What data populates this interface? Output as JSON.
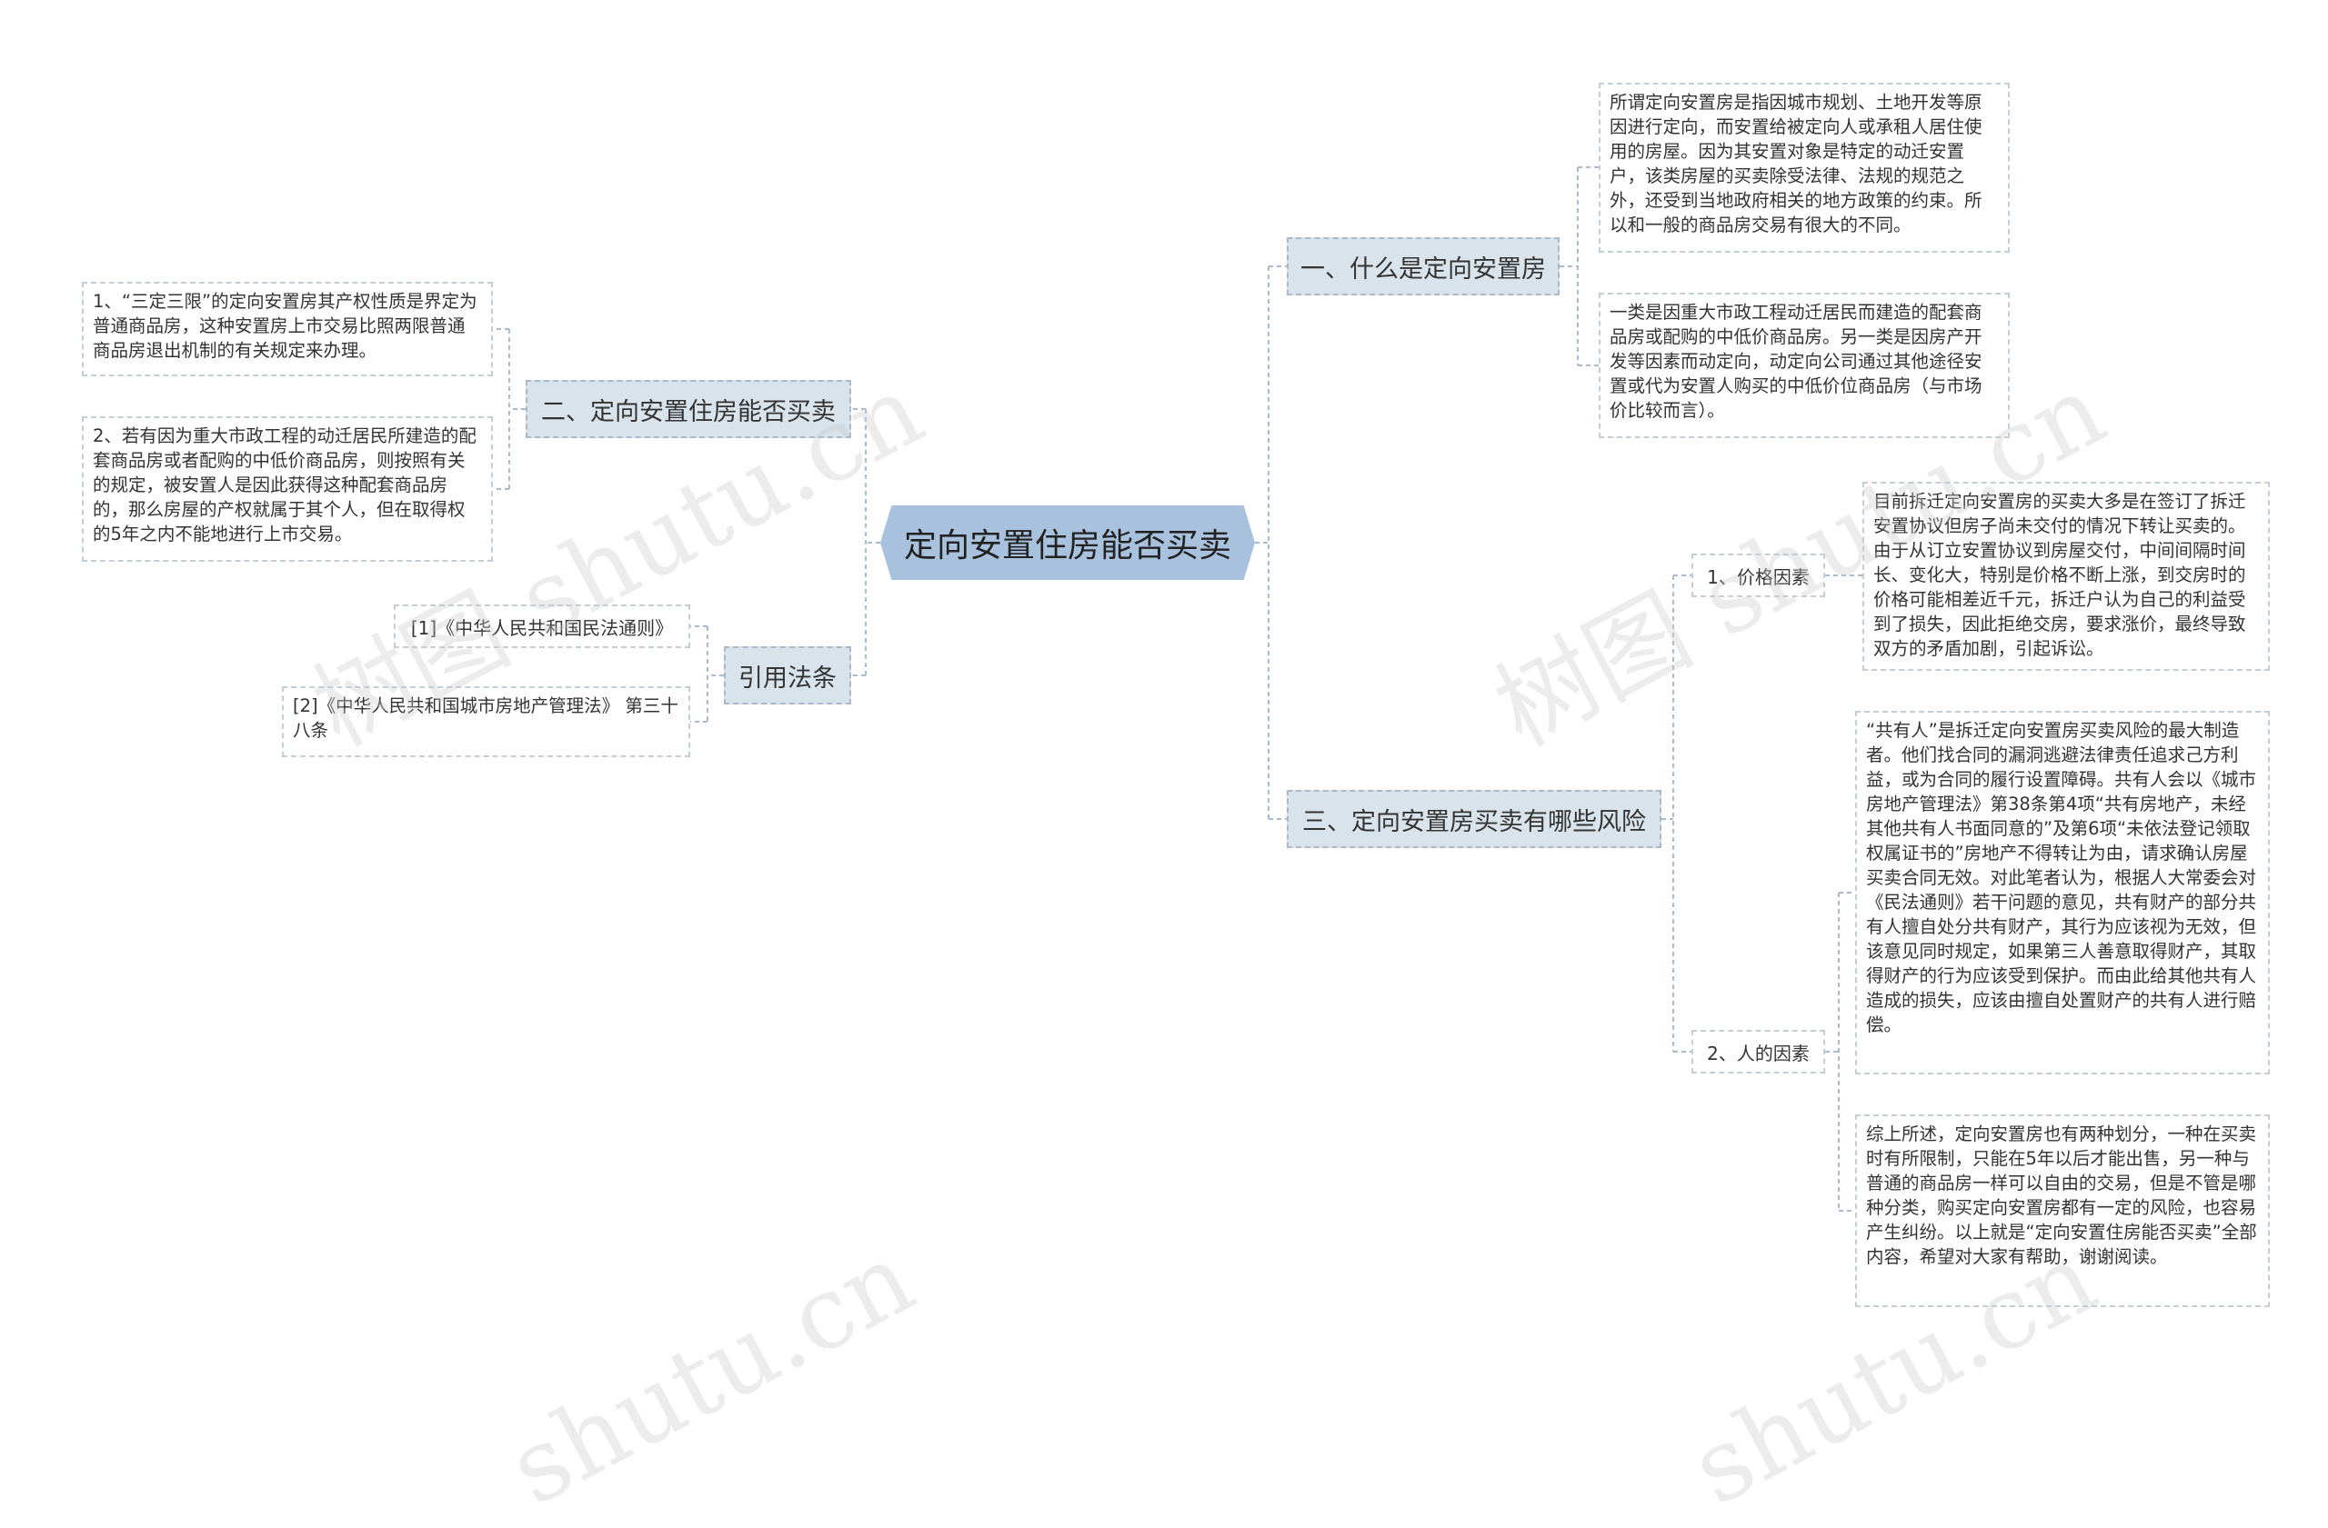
{
  "title": "定向安置住房能否买卖",
  "branches": {
    "what": {
      "label": "一、什么是定向安置房",
      "leaves": [
        "所谓定向安置房是指因城市规划、土地开发等原因进行定向，而安置给被定向人或承租人居住使用的房屋。因为其安置对象是特定的动迁安置户，该类房屋的买卖除受法律、法规的规范之外，还受到当地政府相关的地方政策的约束。所以和一般的商品房交易有很大的不同。",
        "一类是因重大市政工程动迁居民而建造的配套商品房或配购的中低价商品房。另一类是因房产开发等因素而动定向，动定向公司通过其他途径安置或代为安置人购买的中低价位商品房（与市场价比较而言）。"
      ]
    },
    "can_sell": {
      "label": "二、定向安置住房能否买卖",
      "leaves": [
        "1、“三定三限”的定向安置房其产权性质是界定为普通商品房，这种安置房上市交易比照两限普通商品房退出机制的有关规定来办理。",
        "2、若有因为重大市政工程的动迁居民所建造的配套商品房或者配购的中低价商品房，则按照有关的规定，被安置人是因此获得这种配套商品房的，那么房屋的产权就属于其个人，但在取得权的5年之内不能地进行上市交易。"
      ]
    },
    "refs": {
      "label": "引用法条",
      "leaves": [
        "[1]《中华人民共和国民法通则》",
        "[2]《中华人民共和国城市房地产管理法》 第三十八条"
      ]
    },
    "risks": {
      "label": "三、定向安置房买卖有哪些风险",
      "price": {
        "label": "1、价格因素",
        "leaf": "目前拆迁定向安置房的买卖大多是在签订了拆迁安置协议但房子尚未交付的情况下转让买卖的。由于从订立安置协议到房屋交付，中间间隔时间长、变化大，特别是价格不断上涨，到交房时的价格可能相差近千元，拆迁户认为自己的利益受到了损失，因此拒绝交房，要求涨价，最终导致双方的矛盾加剧，引起诉讼。"
      },
      "people": {
        "label": "2、人的因素",
        "leaves": [
          "“共有人”是拆迁定向安置房买卖风险的最大制造者。他们找合同的漏洞逃避法律责任追求己方利益，或为合同的履行设置障碍。共有人会以《城市房地产管理法》第38条第4项“共有房地产，未经其他共有人书面同意的”及第6项“未依法登记领取权属证书的”房地产不得转让为由，请求确认房屋买卖合同无效。对此笔者认为，根据人大常委会对《民法通则》若干问题的意见，共有财产的部分共有人擅自处分共有财产，其行为应该视为无效，但该意见同时规定，如果第三人善意取得财产，其取得财产的行为应该受到保护。而由此给其他共有人造成的损失，应该由擅自处置财产的共有人进行赔偿。",
          "综上所述，定向安置房也有两种划分，一种在买卖时有所限制，只能在5年以后才能出售，另一种与普通的商品房一样可以自由的交易，但是不管是哪种分类，购买定向安置房都有一定的风险，也容易产生纠纷。以上就是“定向安置住房能否买卖”全部内容，希望对大家有帮助，谢谢阅读。"
        ]
      }
    }
  },
  "watermarks": [
    "树图 shutu.cn",
    "树图 shutu.cn",
    "shutu.cn",
    "shutu.cn"
  ],
  "colors": {
    "center_fill": "#a8c2dd",
    "branch_fill": "#d9e3ec",
    "line": "#a9bccf"
  }
}
